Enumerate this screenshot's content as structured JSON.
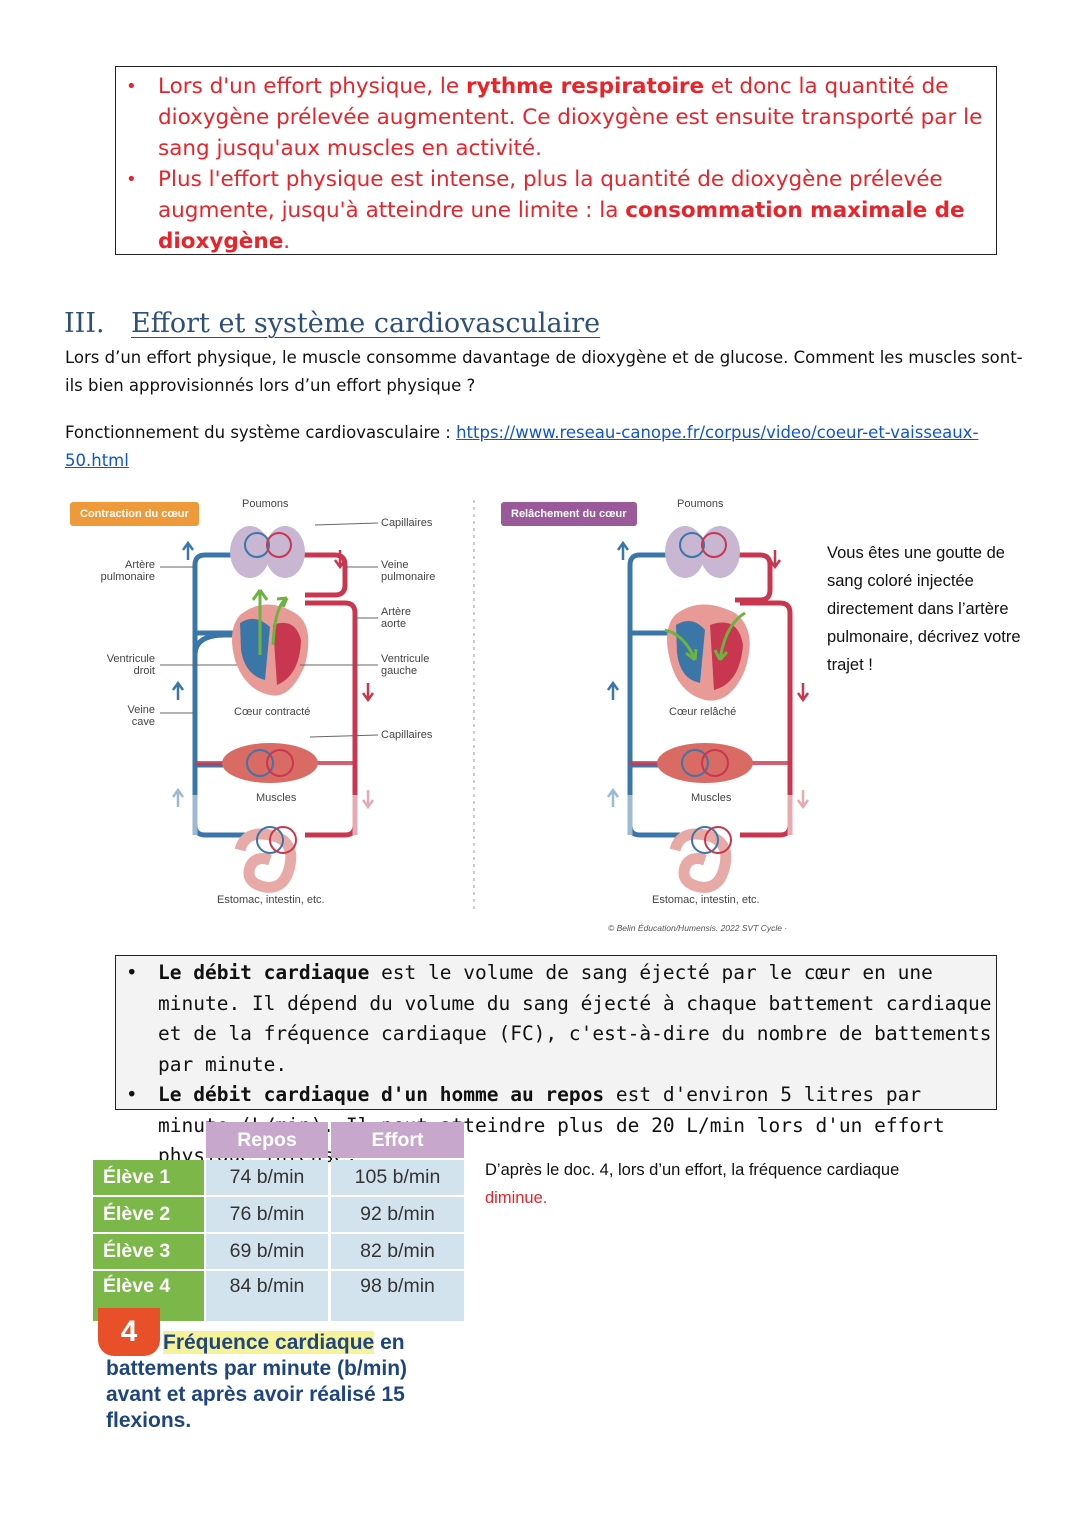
{
  "box_oxygen": {
    "b1_pre": "Lors d'un effort physique, le ",
    "b1_bold": "rythme respiratoire",
    "b1_post": " et donc la quantité de dioxygène prélevée augmentent. Ce dioxygène est ensuite transporté par le sang jusqu'aux muscles en activité.",
    "b2_pre": "Plus l'effort physique est intense, plus la quantité de dioxygène prélevée augmente, jusqu'à atteindre une limite : la ",
    "b2_bold": "consommation maximale de dioxygène",
    "b2_post": "."
  },
  "section": {
    "number": "III.",
    "title": "Effort et système cardiovasculaire",
    "intro": "Lors d’un effort physique, le muscle consomme davantage de dioxygène et de glucose. Comment les muscles sont-ils bien approvisionnés lors d’un effort physique ?",
    "video_label": "Fonctionnement du système cardiovasculaire : ",
    "video_url": "https://www.reseau-canope.fr/corpus/video/coeur-et-vaisseaux-50.html"
  },
  "diagram": {
    "left_tag": "Contraction du cœur",
    "right_tag": "Relâchement du cœur",
    "poumons": "Poumons",
    "capillaires": "Capillaires",
    "veine_pulmonaire_1": "Veine",
    "veine_pulmonaire_2": "pulmonaire",
    "artere_aorte_1": "Artère",
    "artere_aorte_2": "aorte",
    "ventricule_gauche_1": "Ventricule",
    "ventricule_gauche_2": "gauche",
    "artere_pulmonaire_1": "Artère",
    "artere_pulmonaire_2": "pulmonaire",
    "ventricule_droit_1": "Ventricule",
    "ventricule_droit_2": "droit",
    "veine_cave_1": "Veine",
    "veine_cave_2": "cave",
    "coeur_contracte": "Cœur contracté",
    "coeur_relache": "Cœur relâché",
    "muscles": "Muscles",
    "estomac": "Estomac, intestin, etc.",
    "credit": "© Belin Éducation/Humensis. 2022 SVT Cycle ·",
    "colors": {
      "oxygenated": "#c8374f",
      "deoxygenated": "#3a77a8",
      "green_arrow": "#6cb33f",
      "contraction_tag": "#ee9a3a",
      "relaxation_tag": "#9a5a9a"
    }
  },
  "side_question": "Vous êtes une goutte de sang coloré injectée directement dans l’artère pulmonaire, décrivez votre trajet !",
  "box_debit": {
    "b1_bold": "Le débit cardiaque",
    "b1_rest": " est le volume de sang éjecté par le cœur en une minute. Il dépend du volume du sang éjecté à chaque battement cardiaque et de la fréquence cardiaque (FC), c'est-à-dire du nombre de battements par minute.",
    "b2_bold": "Le débit cardiaque d'un homme au repos",
    "b2_rest": " est d'environ 5 litres par minute (L/min). Il peut atteindre plus de 20 L/min lors d'un effort physique intense."
  },
  "table": {
    "headers": [
      "Repos",
      "Effort"
    ],
    "rows": [
      {
        "label": "Élève 1",
        "repos": "74 b/min",
        "effort": "105 b/min"
      },
      {
        "label": "Élève 2",
        "repos": "76 b/min",
        "effort": "92 b/min"
      },
      {
        "label": "Élève 3",
        "repos": "69 b/min",
        "effort": "82 b/min"
      },
      {
        "label": "Élève 4",
        "repos": "84 b/min",
        "effort": "98 b/min"
      }
    ]
  },
  "doc4": {
    "number": "4",
    "caption_highlight": "Fréquence cardiaque",
    "caption_rest_1": " en",
    "caption_line2": "battements par minute (b/min)",
    "caption_line3": "avant et après avoir réalisé 15",
    "caption_line4": "flexions."
  },
  "answer": {
    "text": "D’après le doc. 4, lors d’un effort, la fréquence cardiaque",
    "answer_word": "diminue."
  }
}
